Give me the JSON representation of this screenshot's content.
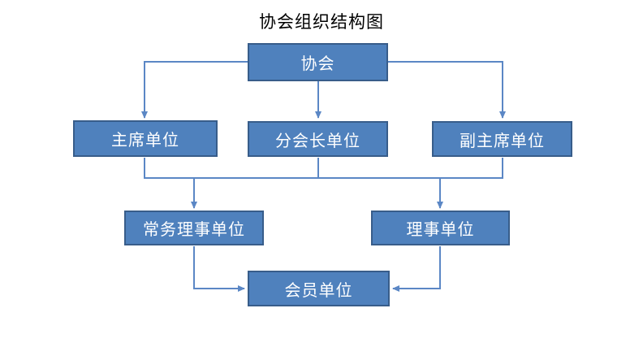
{
  "title": "协会组织结构图",
  "colors": {
    "canvas_bg": "#ffffff",
    "box_fill": "#4f81bd",
    "box_border": "#385d8a",
    "box_text": "#ffffff",
    "connector": "#5b87c5",
    "title_text": "#000000"
  },
  "nodes": {
    "association": {
      "label": "协会"
    },
    "chairman_unit": {
      "label": "主席单位"
    },
    "branch_president_unit": {
      "label": "分会长单位"
    },
    "vice_chairman_unit": {
      "label": "副主席单位"
    },
    "executive_director_unit": {
      "label": "常务理事单位"
    },
    "director_unit": {
      "label": "理事单位"
    },
    "member_unit": {
      "label": "会员单位"
    }
  }
}
